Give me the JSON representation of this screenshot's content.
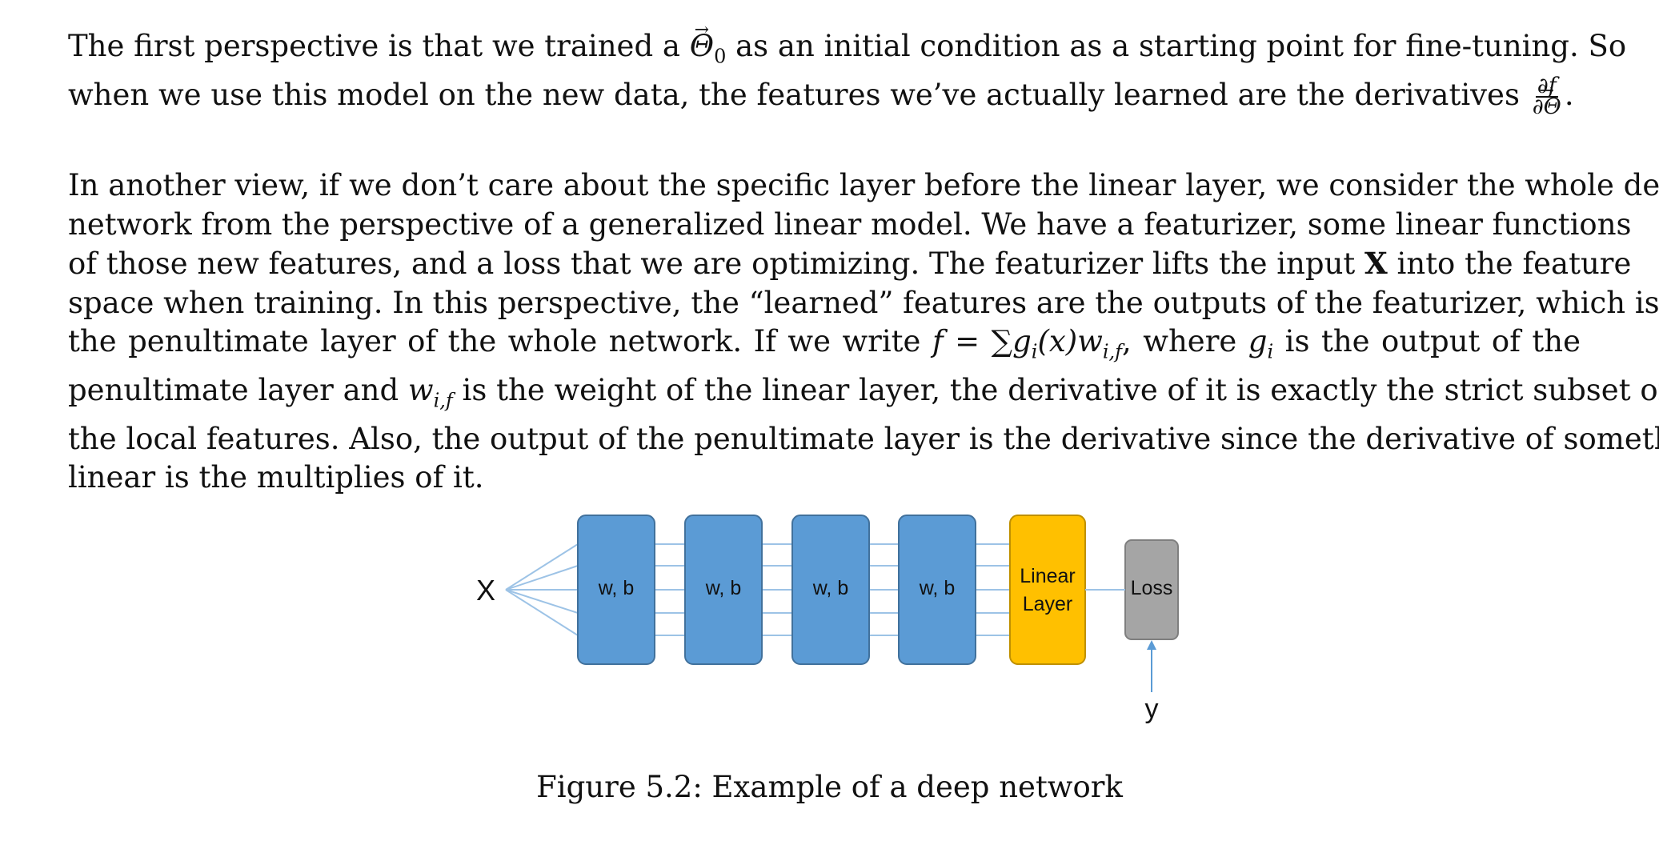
{
  "paragraph1": {
    "line1": [
      "The first perspective is that we trained a ",
      "Θ",
      "0",
      " as an initial condition as a starting point for fine-tuning.  So"
    ],
    "line2": [
      "when we use this model on the new data, the features we’ve actually learned are the derivatives ",
      "∂f",
      "∂Θ",
      "."
    ]
  },
  "paragraph2": {
    "line1": "In another view, if we don’t care about the specific layer before the linear layer, we consider the whole deep",
    "line2": "network from the perspective of a generalized linear model.  We have a featurizer, some linear functions",
    "line3a": "of those new features, and a loss that we are optimizing.  The featurizer lifts the input ",
    "line3b": "X",
    "line3c": " into the feature",
    "line4": "space when training.  In this perspective, the “learned” features are the outputs of the featurizer, which is",
    "line5a": "the penultimate layer of the whole network.  If we write ",
    "line5f": "f",
    "line5eq": " = ",
    "line5sum": "∑",
    "line5g": "g",
    "line5gi": "i",
    "line5x": "(x)",
    "line5w": "w",
    "line5wi": "i,f",
    "line5b": ", where ",
    "line5g2": "g",
    "line5g2i": "i",
    "line5c": " is the output of the",
    "line6a": "penultimate layer and ",
    "line6w": "w",
    "line6wi": "i,f",
    "line6b": " is the weight of the linear layer, the derivative of it is exactly the strict subset of",
    "line7": "the local features. Also, the output of the penultimate layer is the derivative since the derivative of something",
    "line8": "linear is the multiplies of it."
  },
  "diagram": {
    "input_label": "X",
    "hidden_layers": [
      "w, b",
      "w, b",
      "w, b",
      "w, b"
    ],
    "linear_layer": [
      "Linear",
      "Layer"
    ],
    "loss_label": "Loss",
    "target_label": "y",
    "colors": {
      "hidden": "#5b9bd5",
      "hidden_border": "#41719c",
      "linear": "#ffc000",
      "linear_border": "#bf9000",
      "loss": "#a5a5a5",
      "loss_border": "#7f7f7f",
      "connection": "#9dc3e6"
    }
  },
  "caption": "Figure 5.2: Example of a deep network"
}
